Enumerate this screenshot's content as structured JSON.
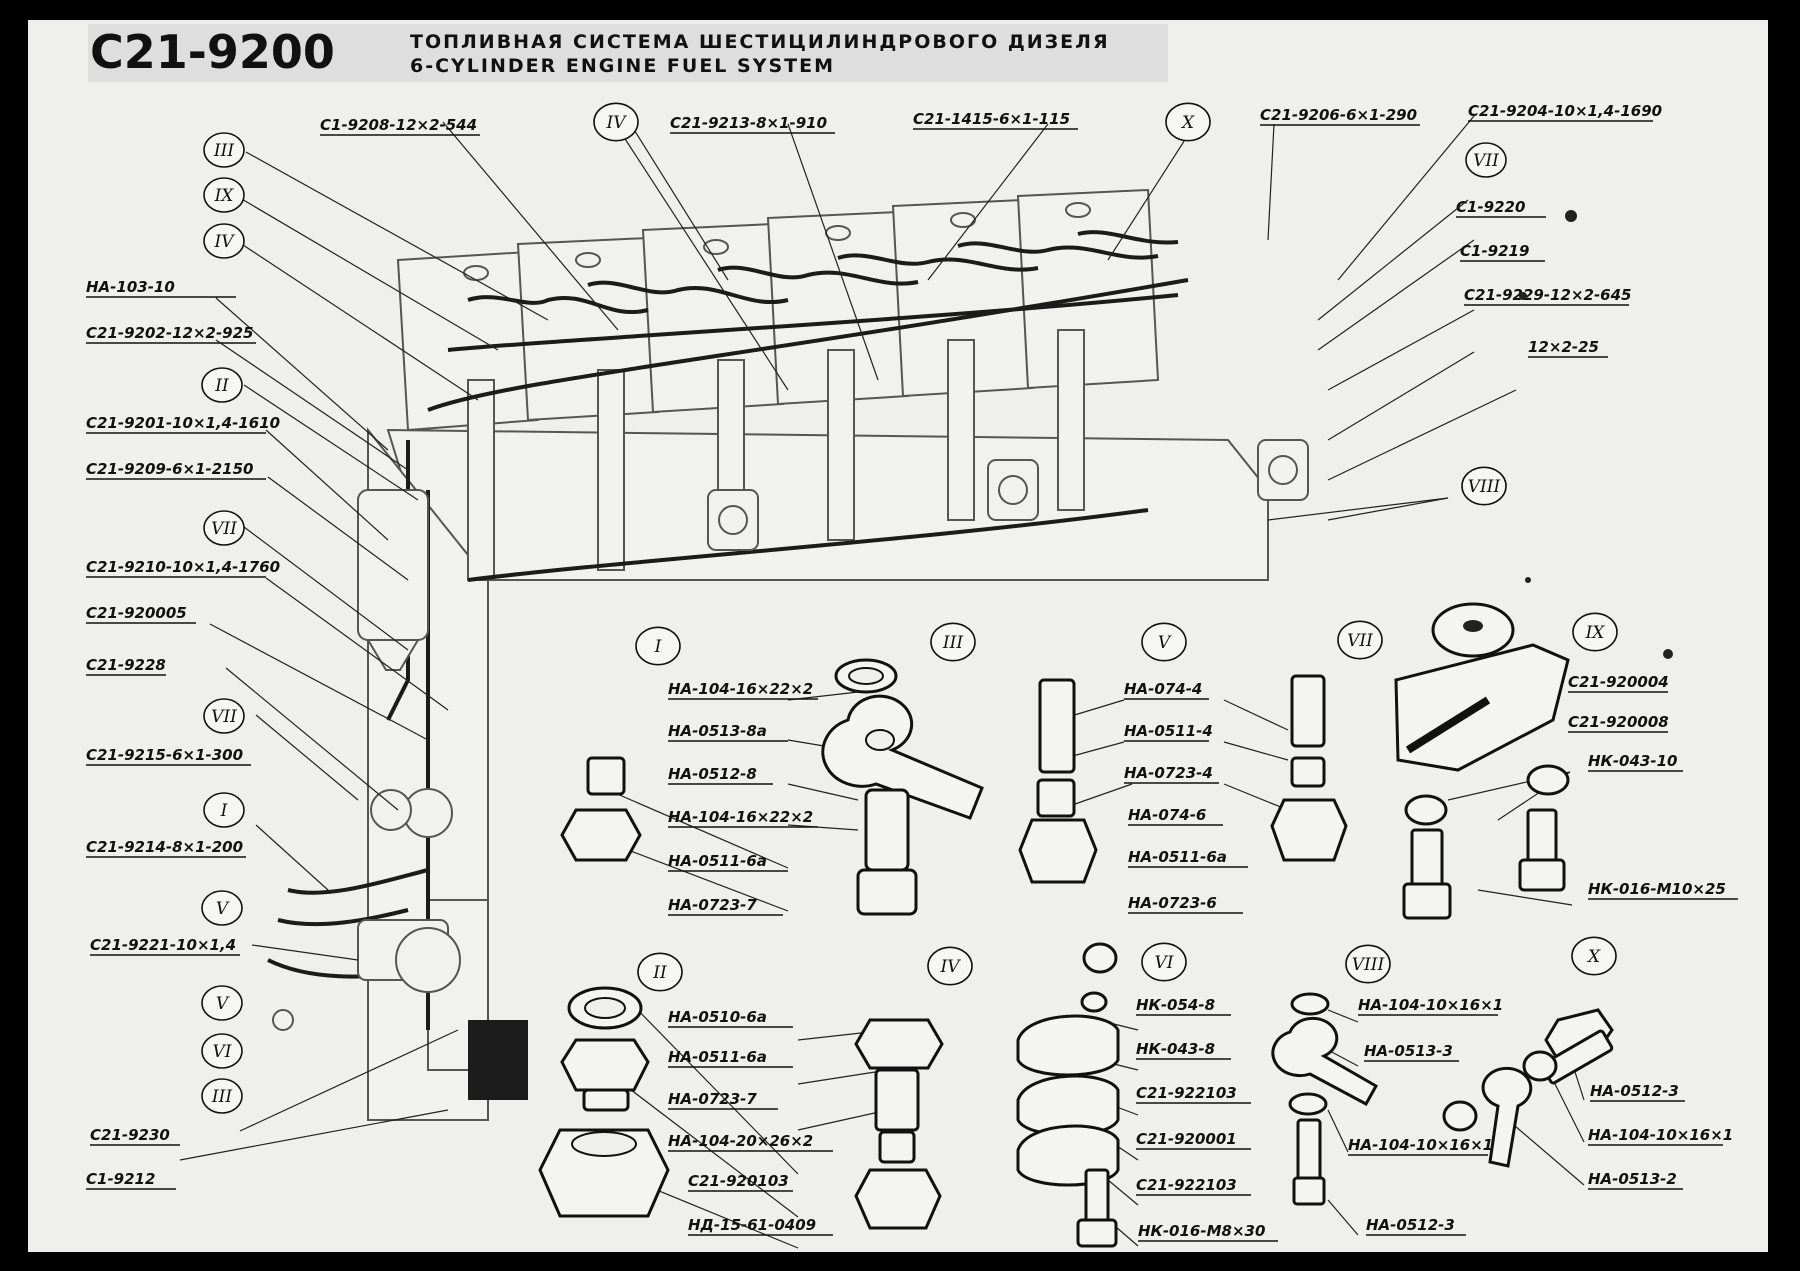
{
  "title": {
    "code": "C21-9200",
    "ru": "ТОПЛИВНАЯ СИСТЕМА ШЕСТИЦИЛИНДРОВОГО ДИЗЕЛЯ",
    "en": "6-CYLINDER ENGINE FUEL SYSTEM"
  },
  "assembly": {
    "left_labels": [
      "НА-103-10",
      "C21-9202-12×2-925",
      "C21-9201-10×1,4-1610",
      "C21-9209-6×1-2150",
      "C21-9210-10×1,4-1760",
      "C21-920005",
      "C21-9228",
      "C21-9215-6×1-300",
      "C21-9214-8×1-200",
      "C21-9221-10×1,4",
      "C21-9230",
      "C1-9212"
    ],
    "left_markers": [
      "III",
      "IX",
      "IV",
      "II",
      "VII",
      "VII",
      "I",
      "V",
      "V",
      "VI",
      "III"
    ],
    "top_labels": [
      "C1-9208-12×2-544",
      "C21-9213-8×1-910",
      "C21-1415-6×1-115",
      "C21-9206-6×1-290",
      "C21-9204-10×1,4-1690"
    ],
    "top_markers": [
      "IV",
      "X"
    ],
    "right_labels": [
      "C1-9220",
      "C1-9219",
      "C21-9229-12×2-645",
      "12×2-25"
    ],
    "right_markers": [
      "VII",
      "VIII"
    ]
  },
  "details": {
    "I": [
      "НА-104-16×22×2",
      "НА-0513-8а",
      "НА-0512-8",
      "НА-104-16×22×2",
      "НА-0511-6а",
      "НА-0723-7"
    ],
    "III": [],
    "V": [
      "НА-074-4",
      "НА-0511-4",
      "НА-0723-4",
      "НА-074-6",
      "НА-0511-6а",
      "НА-0723-6"
    ],
    "VII": [],
    "IX": [
      "C21-920004",
      "C21-920008",
      "НК-043-10",
      "НК-016-М10×25"
    ],
    "II": [
      "НА-0510-6а",
      "НА-0511-6а",
      "НА-0723-7",
      "НА-104-20×26×2",
      "C21-920103",
      "НД-15-61-0409"
    ],
    "IV": [],
    "VI": [
      "НК-054-8",
      "НК-043-8",
      "C21-922103",
      "C21-920001",
      "C21-922103",
      "НК-016-М8×30"
    ],
    "VIII": [
      "НА-104-10×16×1",
      "НА-0513-3",
      "НА-104-10×16×1",
      "НА-0512-3"
    ],
    "X": [
      "НА-0512-3",
      "НА-104-10×16×1",
      "НА-0513-2"
    ]
  },
  "detail_markers": [
    "I",
    "III",
    "V",
    "VII",
    "IX",
    "II",
    "IV",
    "VI",
    "VIII",
    "X"
  ]
}
